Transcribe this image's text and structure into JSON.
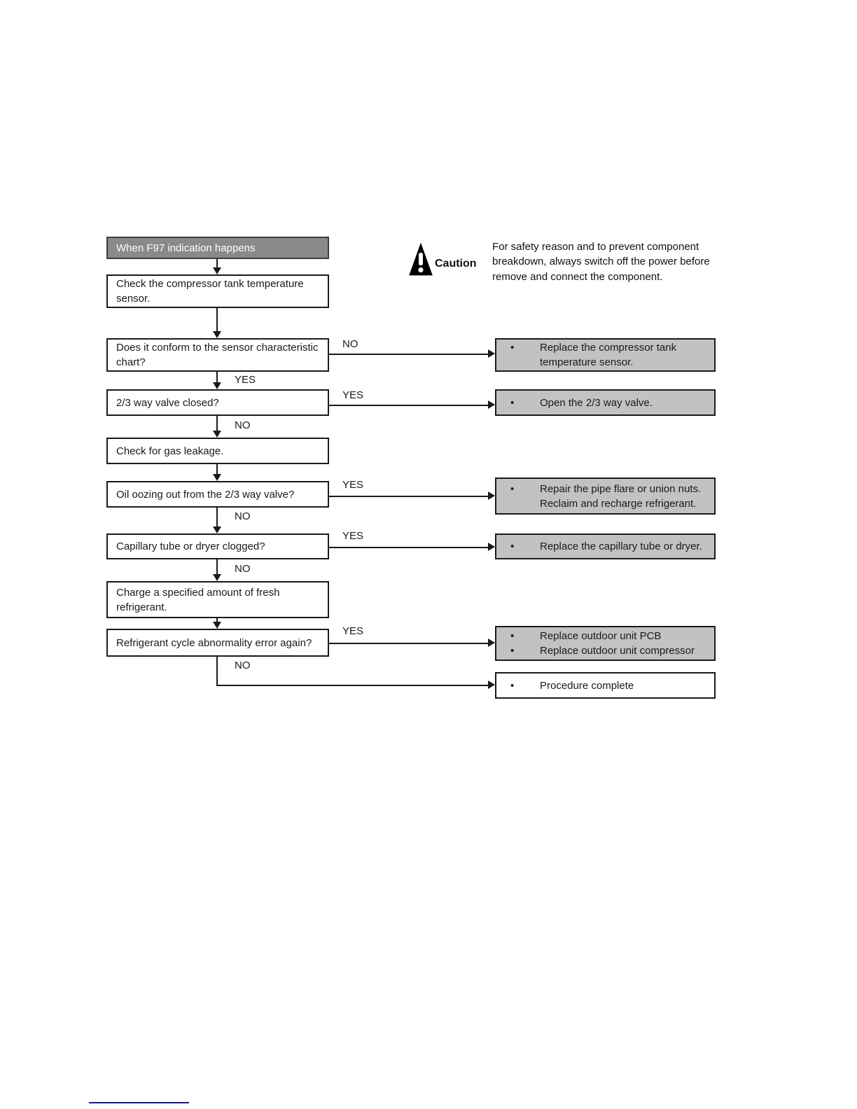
{
  "flowchart": {
    "start": "When F97 indication happens",
    "steps": {
      "check_sensor": "Check the compressor tank temperature sensor.",
      "conform": "Does it conform to the sensor characteristic chart?",
      "valve_closed": "2/3 way valve closed?",
      "gas_leak": "Check for gas leakage.",
      "oil_oozing": "Oil oozing out from the 2/3 way valve?",
      "capillary": "Capillary tube or dryer clogged?",
      "charge": "Charge a specified amount of fresh refrigerant.",
      "error_again": "Refrigerant cycle abnormality error again?"
    },
    "branch_labels": {
      "yes": "YES",
      "no": "NO"
    },
    "results": {
      "replace_sensor": "Replace the compressor tank temperature sensor.",
      "open_valve": "Open the 2/3 way valve.",
      "repair_pipe": "Repair the pipe flare or union nuts. Reclaim and recharge refrigerant.",
      "replace_capillary": "Replace the capillary tube or dryer.",
      "replace_pcb": "Replace outdoor unit PCB",
      "replace_compressor": "Replace outdoor unit compressor",
      "complete": "Procedure complete"
    },
    "bullet": "•"
  },
  "caution": {
    "label": "Caution",
    "text": "For safety reason and to prevent component breakdown, always switch off the power before remove and connect the component."
  },
  "colors": {
    "result_fill": "#c2c2c2",
    "start_fill": "#8a8a8a",
    "line": "#1a1a1a",
    "footer_line": "#191980"
  }
}
